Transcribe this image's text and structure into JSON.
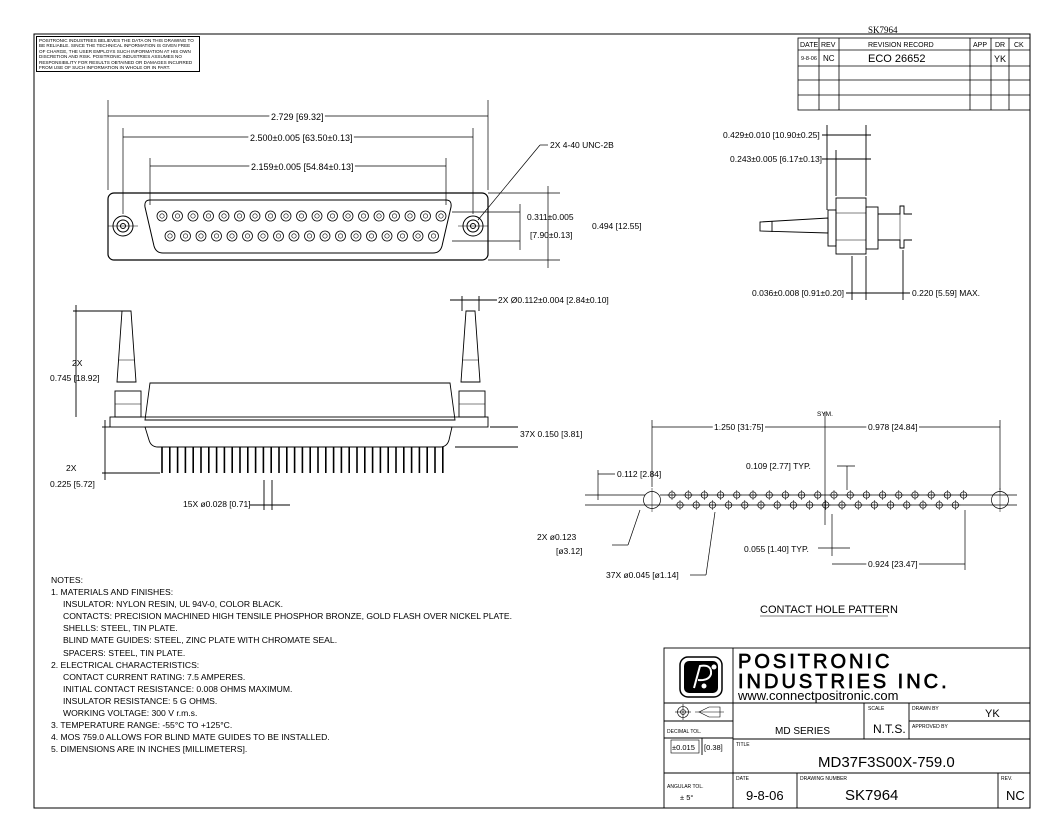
{
  "disclaimer": "POSITRONIC INDUSTRIES BELIEVES THE DATA ON THIS DRAWING TO BE RELIABLE. SINCE THE TECHNICAL INFORMATION IS GIVEN FREE OF CHARGE, THE USER EMPLOYS SUCH INFORMATION AT HIS OWN DISCRETION AND RISK. POSITRONIC INDUSTRIES ASSUMES NO RESPONSIBILITY FOR RESULTS OBTAINED OR DAMAGES INCURRED FROM USE OF SUCH INFORMATION IN WHOLE OR IN PART.",
  "sheet_number": "SK7964",
  "revision": {
    "headers": [
      "DATE",
      "REV",
      "REVISION RECORD",
      "APP",
      "DR",
      "CK"
    ],
    "row": {
      "date": "9-8-06",
      "rev": "NC",
      "record": "ECO 26652",
      "app": "",
      "dr": "YK",
      "ck": ""
    }
  },
  "front_view": {
    "overall": "2.729 [69.32]",
    "mount": "2.500±0.005 [63.50±0.13]",
    "contact_span": "2.159±0.005 [54.84±0.13]",
    "thread": "2X 4-40 UNC-2B",
    "row_spacing": "0.311±0.005",
    "row_spacing_mm": "[7.90±0.13]",
    "height": "0.494 [12.55]"
  },
  "side_view": {
    "dim_a": "0.429±0.010 [10.90±0.25]",
    "dim_b": "0.243±0.005 [6.17±0.13]",
    "dim_c": "0.036±0.008 [0.91±0.20]",
    "dim_d": "0.220 [5.59] MAX."
  },
  "bottom_view": {
    "guide_dia": "2X Ø0.112±0.004 [2.84±0.10]",
    "guide_len_qty": "2X",
    "guide_len": "0.745 [18.92]",
    "tail_qty": "2X",
    "tail_len": "0.225 [5.72]",
    "contact_len": "37X 0.150 [3.81]",
    "contact_dia": "15X ø0.028 [0.71]"
  },
  "hole_pattern": {
    "sym": "SYM.",
    "left": "1.250 [31.75]",
    "right": "0.978 [24.84]",
    "offset": "0.112 [2.84]",
    "pitch_a": "0.109 [2.77] TYP.",
    "pitch_b": "0.055 [1.40] TYP.",
    "mount_qty": "2X ø0.123",
    "mount_mm": "[ø3.12]",
    "hole_dia": "37X ø0.045 [ø1.14]",
    "row_dim": "0.924 [23.47]",
    "caption": "CONTACT HOLE PATTERN"
  },
  "notes": [
    "NOTES:",
    "1. MATERIALS AND FINISHES:",
    "INSULATOR: NYLON RESIN, UL 94V-0, COLOR BLACK.",
    "CONTACTS: PRECISION MACHINED HIGH TENSILE PHOSPHOR BRONZE, GOLD FLASH OVER NICKEL PLATE.",
    "SHELLS: STEEL, TIN PLATE.",
    "BLIND MATE GUIDES:  STEEL, ZINC PLATE WITH CHROMATE SEAL.",
    "SPACERS: STEEL, TIN PLATE.",
    "2. ELECTRICAL CHARACTERISTICS:",
    "CONTACT CURRENT RATING: 7.5 AMPERES.",
    "INITIAL CONTACT RESISTANCE: 0.008 OHMS MAXIMUM.",
    "INSULATOR RESISTANCE: 5 G OHMS.",
    "WORKING VOLTAGE: 300 V r.m.s.",
    "3. TEMPERATURE RANGE: -55°C TO +125°C.",
    "4. MOS 759.0 ALLOWS FOR BLIND MATE GUIDES TO BE INSTALLED.",
    "5. DIMENSIONS ARE IN INCHES [MILLIMETERS]."
  ],
  "title_block": {
    "company_line1": "POSITRONIC",
    "company_line2": "INDUSTRIES INC.",
    "url": "www.connectpositronic.com",
    "series": "MD SERIES",
    "scale_label": "SCALE",
    "scale": "N.T.S.",
    "drawn_by_label": "DRAWN BY",
    "drawn_by": "YK",
    "approved_by_label": "APPROVED BY",
    "decimal_tol_label": "DECIMAL TOL.",
    "decimal_tol": "±0.015",
    "decimal_tol_mm": "[0.38]",
    "title_label": "TITLE",
    "title": "MD37F3S00X-759.0",
    "angular_tol_label": "ANGULAR TOL.",
    "angular_tol": "± 5°",
    "date_label": "DATE",
    "date": "9-8-06",
    "drawing_number_label": "DRAWING NUMBER",
    "drawing_number": "SK7964",
    "rev_label": "REV.",
    "rev": "NC"
  }
}
